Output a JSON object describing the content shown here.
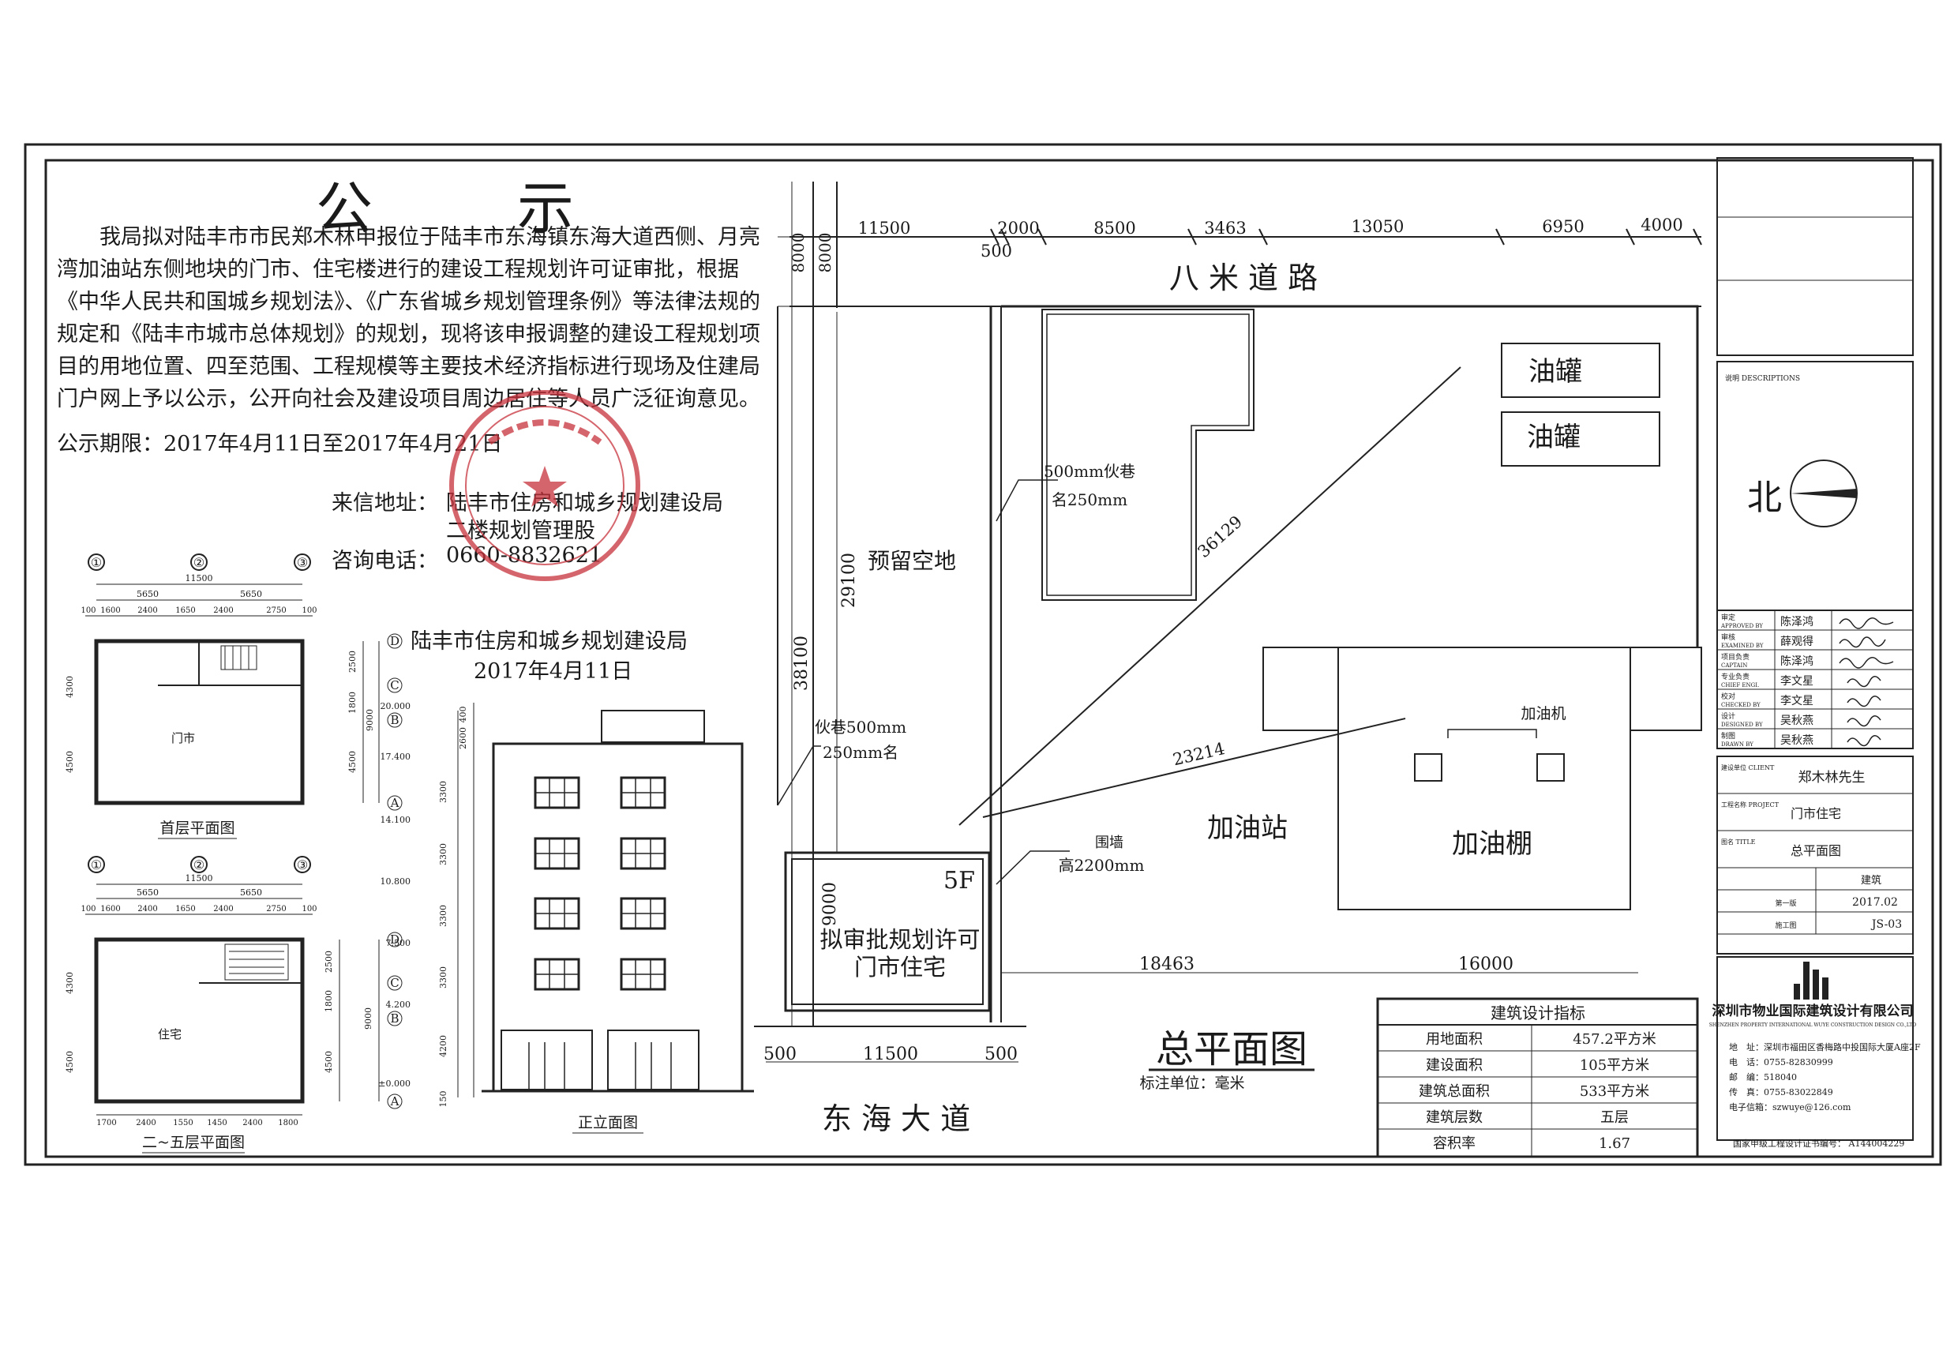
{
  "notice": {
    "title": "公 示",
    "body": "我局拟对陆丰市市民郑木林申报位于陆丰市东海镇东海大道西侧、月亮湾加油站东侧地块的门市、住宅楼进行的建设工程规划许可证审批，根据《中华人民共和国城乡规划法》、《广东省城乡规划管理条例》等法律法规的规定和《陆丰市城市总体规划》的规划，现将该申报调整的建设工程规划项目的用地位置、四至范围、工程规模等主要技术经济指标进行现场及住建局门户网上予以公示，公开向社会及建设项目周边居住等人员广泛征询意见。",
    "period": "公示期限：2017年4月11日至2017年4月21日",
    "address_label": "来信地址：",
    "address_line1": "陆丰市住房和城乡规划建设局",
    "address_line2": "二楼规划管理股",
    "phone_label": "咨询电话：",
    "phone": "0660-8832621",
    "issuer": "陆丰市住房和城乡规划建设局",
    "issue_date": "2017年4月11日"
  },
  "floor_plans": {
    "grid_cols": [
      "①",
      "②",
      "③"
    ],
    "grid_rows": [
      "D",
      "C",
      "B",
      "A"
    ],
    "ground": {
      "title": "首层平面图",
      "room": "门市",
      "dims_top": [
        "11500",
        "5650",
        "5650"
      ],
      "dims_sub": [
        "100",
        "1600",
        "2400",
        "1650",
        "2400",
        "2750",
        "100"
      ],
      "dims_side": [
        "2500",
        "1800",
        "4500",
        "9000",
        "4300",
        "4500"
      ]
    },
    "upper": {
      "title": "二~五层平面图",
      "room": "住宅",
      "dims_top": [
        "11500",
        "5650",
        "5650"
      ],
      "dims_sub": [
        "100",
        "1600",
        "2400",
        "1650",
        "2400",
        "2750",
        "100"
      ],
      "dims_bottom": [
        "1700",
        "2400",
        "1550",
        "1450",
        "2400",
        "1800"
      ],
      "dims_side": [
        "2500",
        "1800",
        "4500",
        "9000",
        "4300",
        "4500"
      ]
    }
  },
  "elevation": {
    "title": "正立面图",
    "levels": [
      "20.000",
      "17.400",
      "14.100",
      "10.800",
      "7.500",
      "4.200",
      "±0.000"
    ],
    "dims": [
      "400",
      "2600",
      "3300",
      "3300",
      "3300",
      "3300",
      "4200",
      "150"
    ]
  },
  "site_plan": {
    "title": "总平面图",
    "unit_note": "标注单位：毫米",
    "road_north": "八 米 道 路",
    "road_south": "东 海 大 道",
    "top_dims": [
      "8000",
      "8000",
      "11500",
      "2000",
      "500",
      "8500",
      "3463",
      "13050",
      "6950",
      "4000"
    ],
    "bottom_dims": [
      "500",
      "11500",
      "500"
    ],
    "inner_dims": [
      "18463",
      "16000",
      "36129",
      "23214",
      "38100",
      "29100",
      "9000"
    ],
    "tanks": [
      "油罐",
      "油罐"
    ],
    "reserved": "预留空地",
    "ditch_a": "500mm伙巷",
    "ditch_a2": "名250mm",
    "ditch_b": "伙巷500mm",
    "ditch_b2": "250mm名",
    "wall": "围墙",
    "wall_h": "高2200mm",
    "station": "加油站",
    "canopy": "加油棚",
    "pump": "加油机",
    "building_floors": "5F",
    "building_l1": "拟审批规划许可",
    "building_l2": "门市住宅",
    "north": "北"
  },
  "indicators": {
    "header": "建筑设计指标",
    "rows": [
      [
        "用地面积",
        "457.2平方米"
      ],
      [
        "建设面积",
        "105平方米"
      ],
      [
        "建筑总面积",
        "533平方米"
      ],
      [
        "建筑层数",
        "五层"
      ],
      [
        "容积率",
        "1.67"
      ]
    ]
  },
  "title_block": {
    "sign_rows": [
      [
        "审定",
        "APPROVED BY",
        "陈泽鸿"
      ],
      [
        "审核",
        "EXAMINED BY",
        "薛观得"
      ],
      [
        "项目负责",
        "CAPTAIN",
        "陈泽鸿"
      ],
      [
        "专业负责",
        "CHIEF ENGI.",
        "李文星"
      ],
      [
        "校对",
        "CHECKED BY",
        "李文星"
      ],
      [
        "设计",
        "DESIGNED BY",
        "吴秋燕"
      ],
      [
        "制图",
        "DRAWN BY",
        "吴秋燕"
      ]
    ],
    "client_label": "建设单位 CLIENT",
    "client": "郑木林先生",
    "project_label": "工程名称 PROJECT",
    "project": "门市住宅",
    "drawing_label": "图名 TITLE",
    "drawing": "总平面图",
    "discipline": "建筑",
    "edition": "第一版",
    "date": "2017.02",
    "stage": "施工图",
    "drawing_no": "JS-03",
    "notes_label": "说明 DESCRIPTIONS",
    "company": "深圳市物业国际建筑设计有限公司",
    "company_en": "SHENZHEN PROPERTY INTERNATIONAL WUYE CONSTRUCTION DESIGN CO.,LTD",
    "addr": "地　址：深圳市福田区香梅路中投国际大厦A座2F",
    "tel": "电　话：0755-82830999",
    "zip": "邮　编：518040",
    "fax": "传　真：0755-83022849",
    "email": "电子信箱：szwuye@126.com",
    "cert": "国家甲级工程设计证书编号： A144004229"
  }
}
